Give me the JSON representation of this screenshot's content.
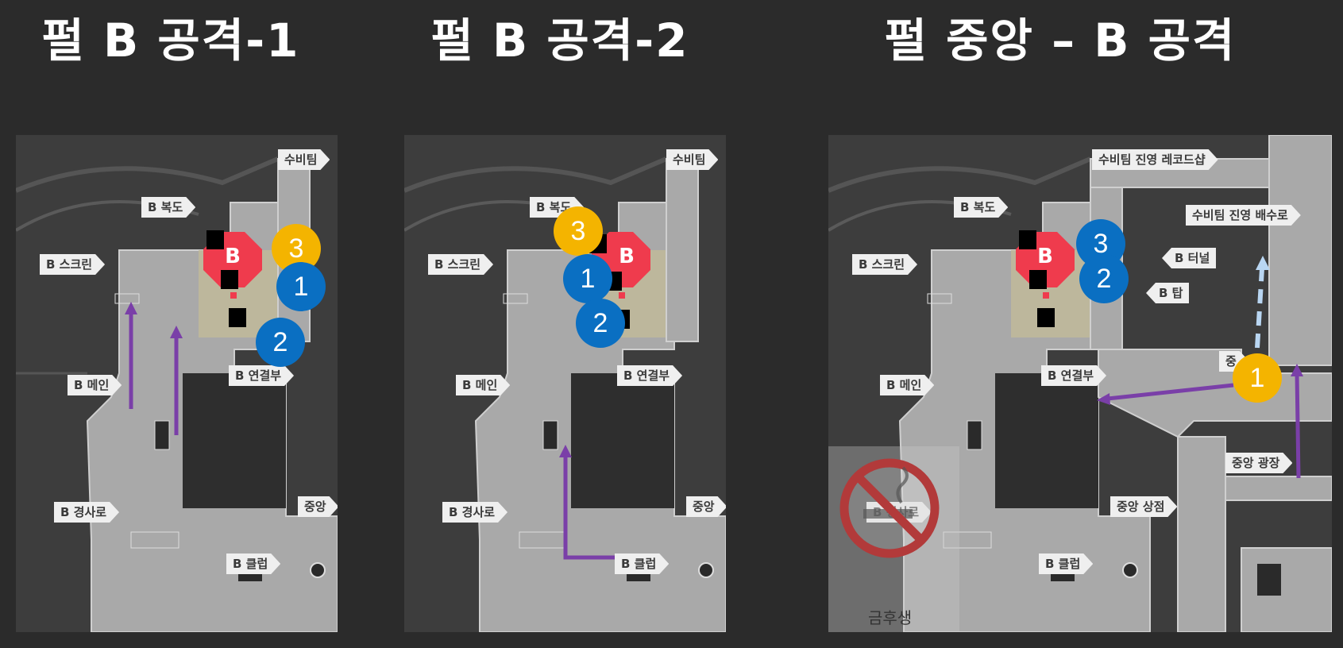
{
  "titles": [
    "펄 B 공격-1",
    "펄 B 공격-2",
    "펄 중앙 – B 공격"
  ],
  "site_label": "B",
  "panel1": {
    "labels": {
      "defender_side": "수비팀",
      "b_hall": "B 복도",
      "b_screen": "B 스크린",
      "b_main": "B 메인",
      "b_link": "B 연결부",
      "b_ramp": "B 경사로",
      "center": "중앙",
      "b_club": "B 클럽"
    },
    "markers": [
      "3",
      "1",
      "2"
    ]
  },
  "panel2": {
    "labels": {
      "defender_side": "수비팀",
      "b_hall": "B 복도",
      "b_screen": "B 스크린",
      "b_main": "B 메인",
      "b_link": "B 연결부",
      "b_ramp": "B 경사로",
      "center": "중앙",
      "b_club": "B 클럽"
    },
    "markers": [
      "3",
      "1",
      "2"
    ]
  },
  "panel3": {
    "labels": {
      "record_shop": "수비팀 진영 레코드샵",
      "drain": "수비팀 진영 배수로",
      "b_hall": "B 복도",
      "b_screen": "B 스크린",
      "b_tunnel": "B 터널",
      "b_tower": "B 탑",
      "b_main": "B 메인",
      "b_link": "B 연결부",
      "center_plaza": "중앙 광장",
      "center_shop": "중앙 상점",
      "b_ramp": "B 경사로",
      "b_club": "B 클럽",
      "center_partial": "중"
    },
    "markers": [
      "3",
      "2",
      "1"
    ],
    "no_smoking_caption": "금후생"
  },
  "colors": {
    "background": "#2b2b2b",
    "blue_marker": "#0a6fc2",
    "yellow_marker": "#f4b400",
    "site_red": "#ef3b4d",
    "route_purple": "#7a3fa8",
    "route_dashed": "#b9d6f2",
    "map_floor": "#a9a9a9"
  }
}
